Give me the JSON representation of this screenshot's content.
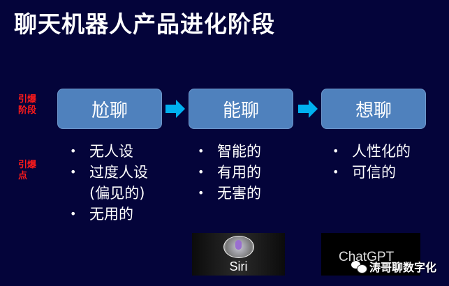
{
  "title": "聊天机器人产品进化阶段",
  "labels": {
    "stage": "引爆阶段",
    "points": "引爆点"
  },
  "stages": [
    {
      "name": "尬聊",
      "points": [
        "无人设",
        "过度人设",
        "(偏见的)",
        "无用的"
      ]
    },
    {
      "name": "能聊",
      "points": [
        "智能的",
        "有用的",
        "无害的"
      ]
    },
    {
      "name": "想聊",
      "points": [
        "人性化的",
        "可信的"
      ]
    }
  ],
  "images": {
    "siri": "Siri",
    "chatgpt": "ChatGPT"
  },
  "watermark": "涛哥聊数字化",
  "colors": {
    "background": "#04043a",
    "box": "#4f81bd",
    "arrow": "#00b0f0",
    "label": "#ff1a1a"
  }
}
